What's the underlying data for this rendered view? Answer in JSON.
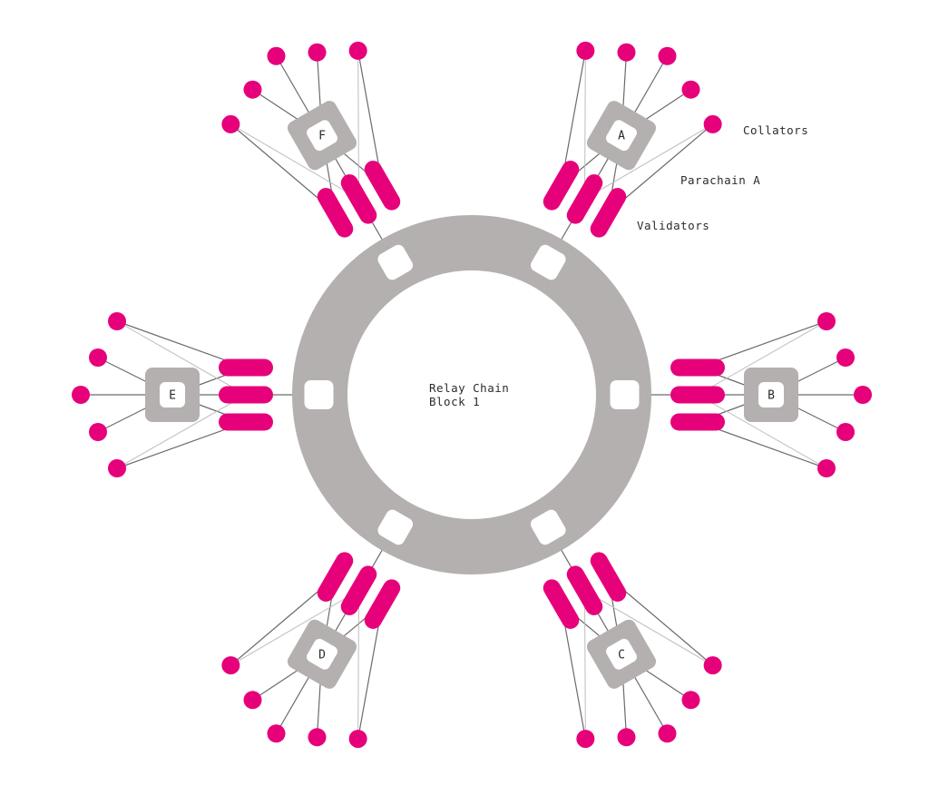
{
  "relay_chain": {
    "line1": "Relay Chain",
    "line2": "Block 1"
  },
  "parachains": [
    {
      "letter": "A"
    },
    {
      "letter": "B"
    },
    {
      "letter": "C"
    },
    {
      "letter": "D"
    },
    {
      "letter": "E"
    },
    {
      "letter": "F"
    }
  ],
  "annotations": {
    "collators": "Collators",
    "parachain": "Parachain A",
    "validators": "Validators"
  },
  "colors": {
    "ring": "#b5b0b0",
    "node": "#e6007a",
    "line": "#6b6b6b",
    "line_light": "#bdbdbd",
    "text": "#2b2b2b"
  }
}
